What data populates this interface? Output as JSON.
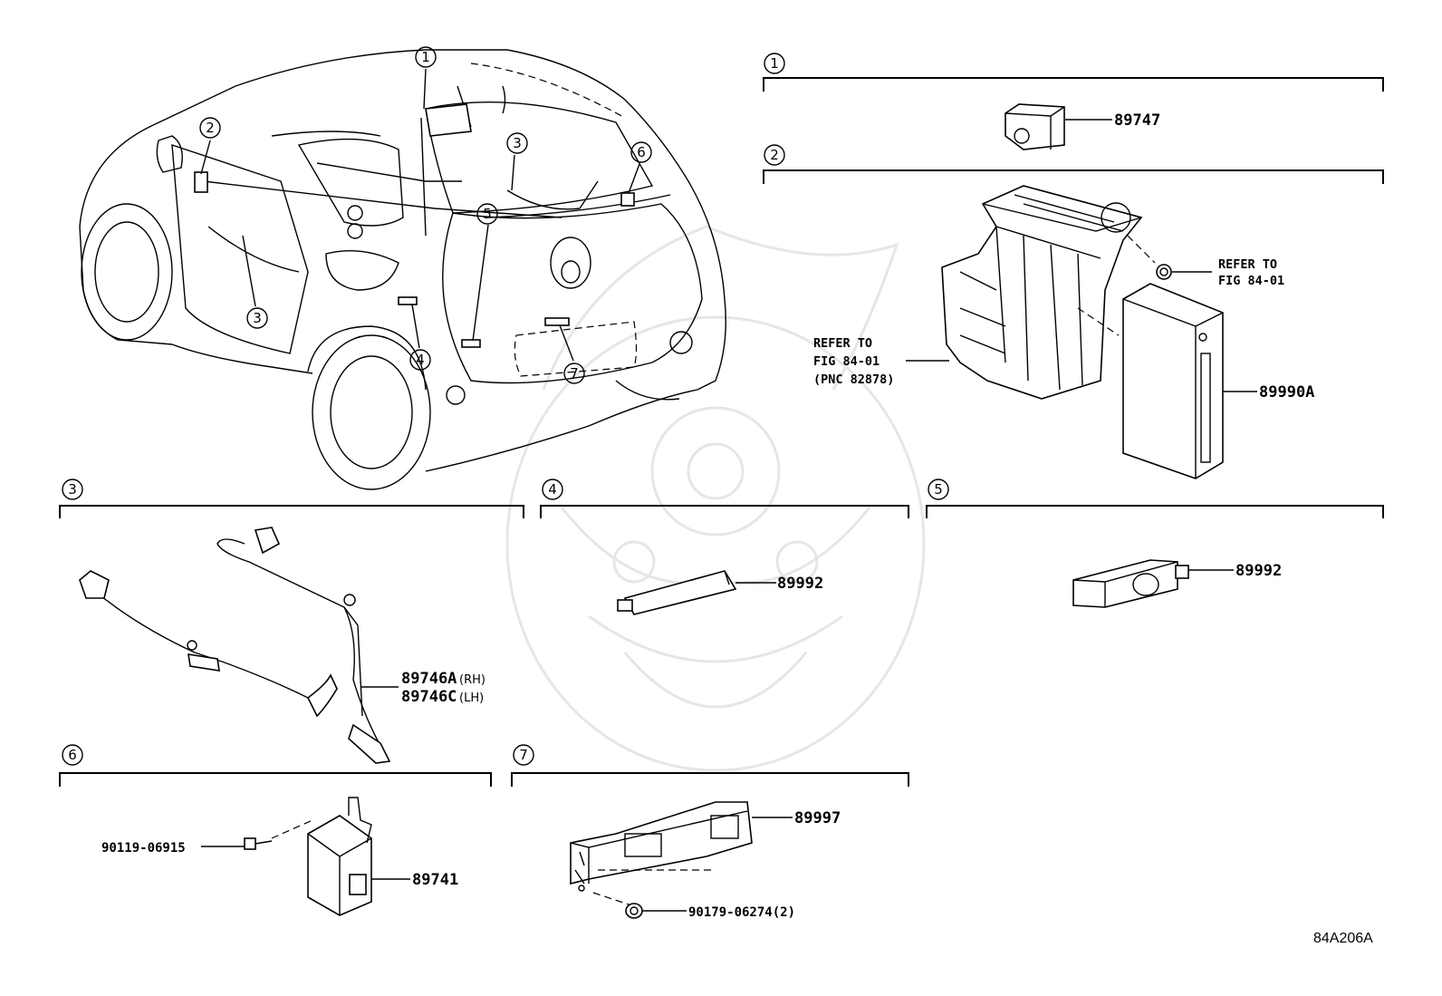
{
  "figure_id": "84A206A",
  "callout_circles": {
    "c1": "1",
    "c2": "2",
    "c3": "3",
    "c4": "4",
    "c5": "5",
    "c6": "6",
    "c7": "7"
  },
  "sections": [
    {
      "number": "1",
      "parts": [
        {
          "pn": "89747"
        }
      ]
    },
    {
      "number": "2",
      "parts": [
        {
          "pn": "89990A"
        }
      ],
      "refer_right": {
        "line1": "REFER TO",
        "line2": "FIG 84-01"
      },
      "refer_left": {
        "line1": "REFER TO",
        "line2": "FIG 84-01",
        "line3": "(PNC 82878)"
      }
    },
    {
      "number": "3",
      "parts": [
        {
          "pn": "89746A",
          "qual": "(RH)"
        },
        {
          "pn": "89746C",
          "qual": "(LH)"
        }
      ]
    },
    {
      "number": "4",
      "parts": [
        {
          "pn": "89992"
        }
      ]
    },
    {
      "number": "5",
      "parts": [
        {
          "pn": "89992"
        }
      ]
    },
    {
      "number": "6",
      "parts": [
        {
          "pn": "89741"
        },
        {
          "pn": "90119-06915"
        }
      ]
    },
    {
      "number": "7",
      "parts": [
        {
          "pn": "89997"
        },
        {
          "pn": "90179-06274(2)"
        }
      ]
    }
  ]
}
